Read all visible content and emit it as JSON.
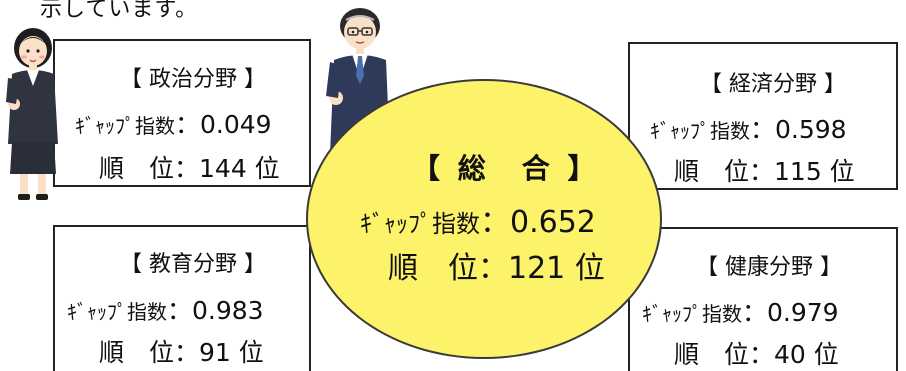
{
  "intro_fragment": "示しています。",
  "sections": {
    "politics": {
      "title": "【 政治分野 】",
      "gap_label": "ｷﾞｬｯﾌﾟ指数",
      "gap_value": "：0.049",
      "rank_label": "順　位",
      "rank_value": "：144 位"
    },
    "economy": {
      "title": "【 経済分野 】",
      "gap_label": "ｷﾞｬｯﾌﾟ指数",
      "gap_value": "：0.598",
      "rank_label": "順　位",
      "rank_value": "：115 位"
    },
    "education": {
      "title": "【 教育分野 】",
      "gap_label": "ｷﾞｬｯﾌﾟ指数",
      "gap_value": "：0.983",
      "rank_label": "順　位",
      "rank_value": "：91 位"
    },
    "health": {
      "title": "【 健康分野 】",
      "gap_label": "ｷﾞｬｯﾌﾟ指数",
      "gap_value": "：0.979",
      "rank_label": "順　位",
      "rank_value": "：40 位"
    },
    "overall": {
      "title": "【 総　合 】",
      "gap_label": "ｷﾞｬｯﾌﾟ指数",
      "gap_value": "：0.652",
      "rank_label": "順　位",
      "rank_value": "：121 位"
    }
  },
  "colors": {
    "circle_fill": "#fdf36a",
    "suit": "#2f3440",
    "border": "#222222"
  },
  "icons": [
    "businesswoman-icon",
    "businessman-icon"
  ]
}
